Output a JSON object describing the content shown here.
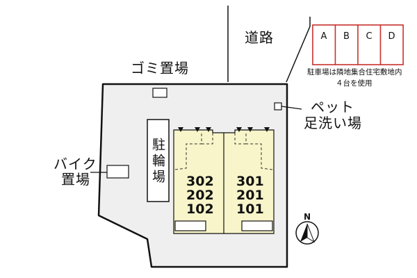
{
  "road_label": "道路",
  "garbage_label": "ゴミ置場",
  "pet_label": [
    "ペット",
    "足洗い場"
  ],
  "bike_label": [
    "バイク",
    "置場"
  ],
  "bicycle_label": "駐輪場",
  "parking": {
    "slots": [
      "A",
      "B",
      "C",
      "D"
    ],
    "note_line1": "駐車場は隣地集合住宅敷地内",
    "note_line2": "４台を使用"
  },
  "units": {
    "left": [
      "302",
      "202",
      "102"
    ],
    "right": [
      "301",
      "201",
      "101"
    ]
  },
  "compass_label": "N",
  "colors": {
    "site_fill": "#efefef",
    "building_fill": "#f7f5c9",
    "parking_border": "#c8332e",
    "line": "#111111"
  }
}
